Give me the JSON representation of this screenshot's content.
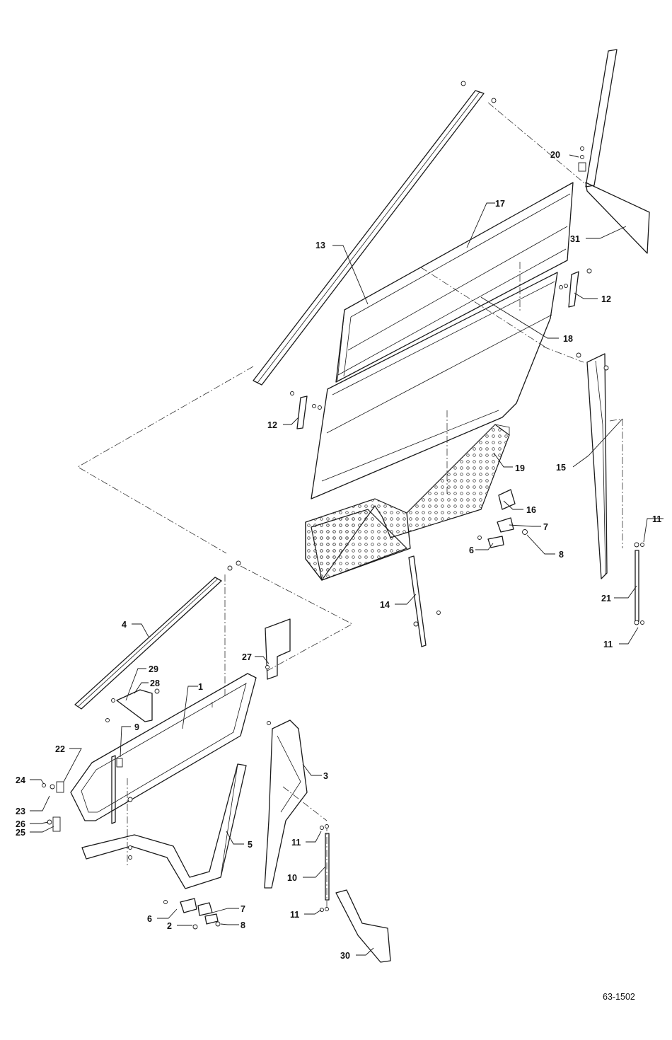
{
  "drawing_number": "63-1502",
  "callouts": [
    {
      "id": "c13",
      "label": "13"
    },
    {
      "id": "c17",
      "label": "17"
    },
    {
      "id": "c20",
      "label": "20"
    },
    {
      "id": "c31",
      "label": "31"
    },
    {
      "id": "c12a",
      "label": "12"
    },
    {
      "id": "c18",
      "label": "18"
    },
    {
      "id": "c12b",
      "label": "12"
    },
    {
      "id": "c19",
      "label": "19"
    },
    {
      "id": "c15",
      "label": "15"
    },
    {
      "id": "c16",
      "label": "16"
    },
    {
      "id": "c7a",
      "label": "7"
    },
    {
      "id": "c8a",
      "label": "8"
    },
    {
      "id": "c6a",
      "label": "6"
    },
    {
      "id": "c11a",
      "label": "11"
    },
    {
      "id": "c14",
      "label": "14"
    },
    {
      "id": "c21",
      "label": "21"
    },
    {
      "id": "c11b",
      "label": "11"
    },
    {
      "id": "c4",
      "label": "4"
    },
    {
      "id": "c27",
      "label": "27"
    },
    {
      "id": "c29",
      "label": "29"
    },
    {
      "id": "c28",
      "label": "28"
    },
    {
      "id": "c1",
      "label": "1"
    },
    {
      "id": "c9",
      "label": "9"
    },
    {
      "id": "c22",
      "label": "22"
    },
    {
      "id": "c3",
      "label": "3"
    },
    {
      "id": "c24",
      "label": "24"
    },
    {
      "id": "c23",
      "label": "23"
    },
    {
      "id": "c26",
      "label": "26"
    },
    {
      "id": "c25",
      "label": "25"
    },
    {
      "id": "c5",
      "label": "5"
    },
    {
      "id": "c11c",
      "label": "11"
    },
    {
      "id": "c10",
      "label": "10"
    },
    {
      "id": "c6b",
      "label": "6"
    },
    {
      "id": "c7b",
      "label": "7"
    },
    {
      "id": "c2",
      "label": "2"
    },
    {
      "id": "c8b",
      "label": "8"
    },
    {
      "id": "c11d",
      "label": "11"
    },
    {
      "id": "c30",
      "label": "30"
    }
  ]
}
